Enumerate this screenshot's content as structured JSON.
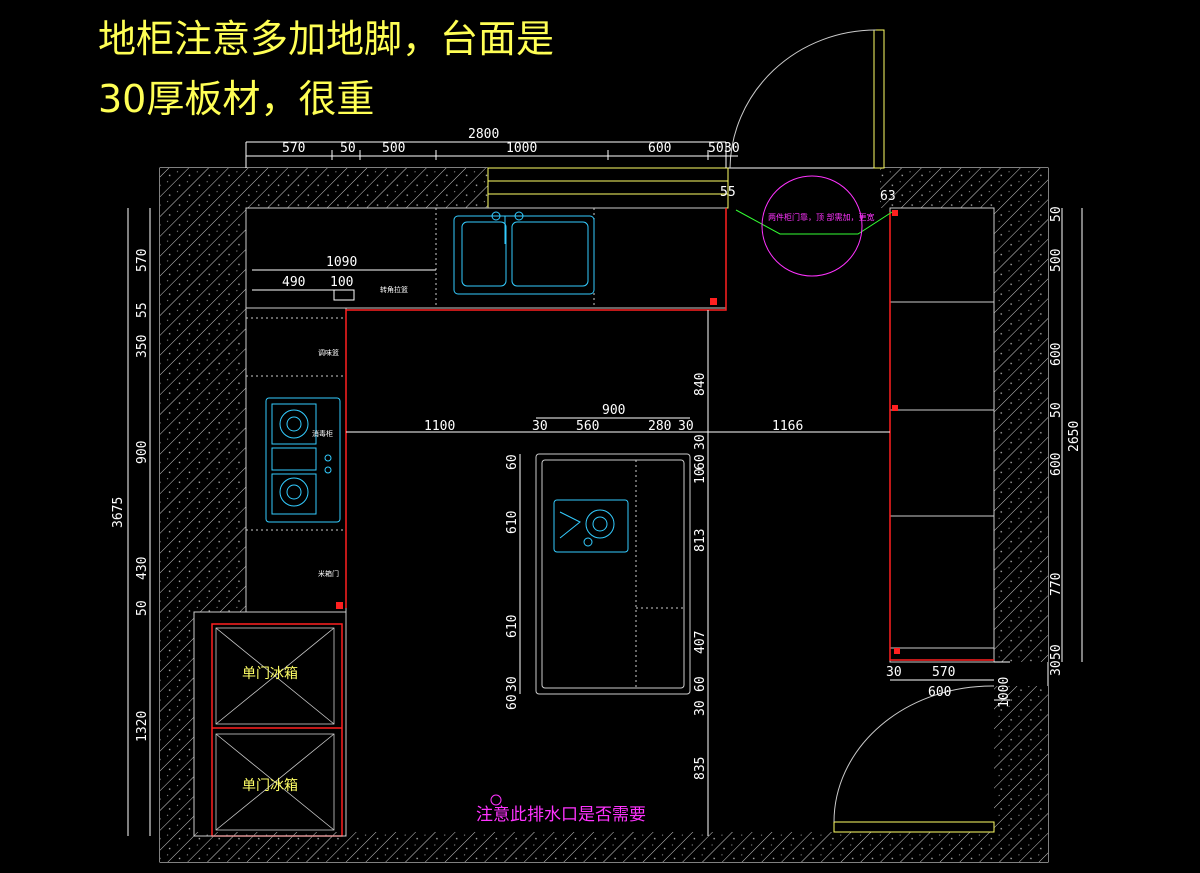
{
  "title": {
    "line1": "地柜注意多加地脚，台面是",
    "line2": "30厚板材，很重"
  },
  "notes": {
    "drain": "注意此排水口是否需要",
    "corner": "两件柜门靠，顶 部需加，更宽"
  },
  "labels": {
    "fridge1": "单门冰箱",
    "fridge2": "单门冰箱",
    "cab_a": "转角拉篮",
    "cab_b": "调味篮",
    "cab_c": "消毒柜",
    "cab_d": "米箱门"
  },
  "dims": {
    "top_total": "2800",
    "top": [
      "570",
      "50",
      "500",
      "1000",
      "600",
      "50",
      "30"
    ],
    "left_total": "3675",
    "left": [
      "570",
      "55",
      "350",
      "900",
      "430",
      "50",
      "1320"
    ],
    "right_total": "2650",
    "right": [
      "50",
      "500",
      "600",
      "50",
      "600",
      "770",
      "30",
      "50"
    ],
    "counter": [
      "1090",
      "490",
      "100"
    ],
    "mid": [
      "1100",
      "1166"
    ],
    "island_top": [
      "900",
      "30",
      "560",
      "280",
      "30"
    ],
    "island_v": [
      "840",
      "30",
      "60",
      "610",
      "610",
      "30",
      "60",
      "60",
      "10",
      "813",
      "407",
      "60",
      "30",
      "835"
    ],
    "corner": [
      "55",
      "63"
    ],
    "bottom_right": [
      "30",
      "570",
      "600",
      "1000"
    ]
  },
  "colors": {
    "wall_hatch": "#ffffff",
    "dim_line": "#ffffff",
    "countertop": "#ff2020",
    "fixture": "#33ccff",
    "title": "#ffff55",
    "note": "#ff33ff",
    "window": "#ffff66",
    "swing": "#33ff33"
  }
}
